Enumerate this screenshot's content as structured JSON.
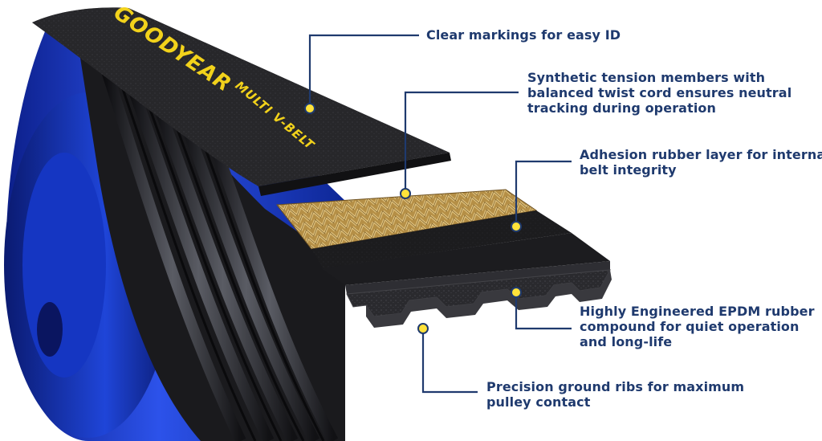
{
  "brand": {
    "logo_text": "GOODYEAR",
    "product_text": "MULTI V-BELT"
  },
  "colors": {
    "pulley_blue": "#1b3fd4",
    "label_navy": "#1f3a6e",
    "marker_yellow": "#ffe23a",
    "belt_black": "#1c1c1e",
    "cord_gold": "#c9a45a",
    "logo_yellow": "#f2d21b"
  },
  "callouts": [
    {
      "id": "markings",
      "lines": [
        "Clear markings for easy ID"
      ]
    },
    {
      "id": "tension",
      "lines": [
        "Synthetic tension members with",
        "balanced twist cord ensures neutral",
        "tracking during operation"
      ]
    },
    {
      "id": "adhesion",
      "lines": [
        "Adhesion rubber layer for internal",
        "belt integrity"
      ]
    },
    {
      "id": "epdm",
      "lines": [
        "Highly Engineered EPDM rubber",
        "compound for quiet operation",
        "and long-life"
      ]
    },
    {
      "id": "ribs",
      "lines": [
        "Precision ground ribs for maximum",
        "pulley contact"
      ]
    }
  ]
}
